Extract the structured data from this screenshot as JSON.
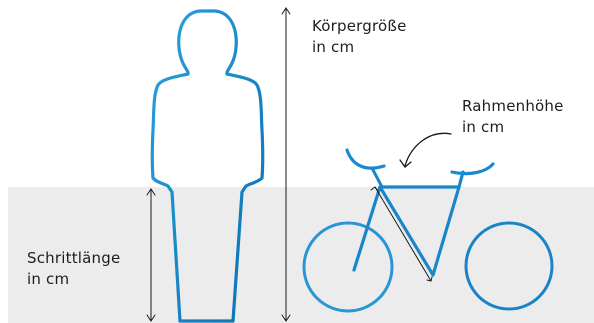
{
  "labels": {
    "body_height": [
      "Körpergröße",
      "in cm"
    ],
    "frame_height": [
      "Rahmenhöhe",
      "in cm"
    ],
    "inseam": [
      "Schrittlänge",
      "in cm"
    ]
  },
  "colors": {
    "line_light": "#2aa2de",
    "line_dark": "#0a6fb4",
    "floor": "#ececec",
    "measure": "#1a1a1a"
  },
  "icons": [
    "person-outline-icon",
    "bicycle-icon",
    "curved-arrow-icon"
  ]
}
